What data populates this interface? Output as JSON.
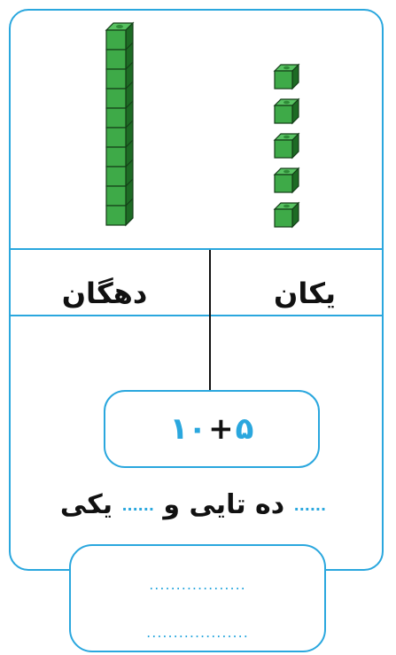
{
  "header": {
    "tens_label": "دهگان",
    "ones_label": "یکان"
  },
  "equation": {
    "tens_digits": "۱۰",
    "plus": "+",
    "ones_digit": "۵"
  },
  "sentence": {
    "blank": "......",
    "tens_word": "ده تایی و",
    "ones_word": "یکی"
  },
  "answer": {
    "line1": "..................",
    "line2": "..................."
  },
  "blocks": {
    "tens_rod_cubes": 10,
    "unit_cubes": 5
  },
  "colors": {
    "accent": "#2aa7de",
    "cube_fill": "#3eaa48",
    "cube_dark": "#1d6b24"
  }
}
